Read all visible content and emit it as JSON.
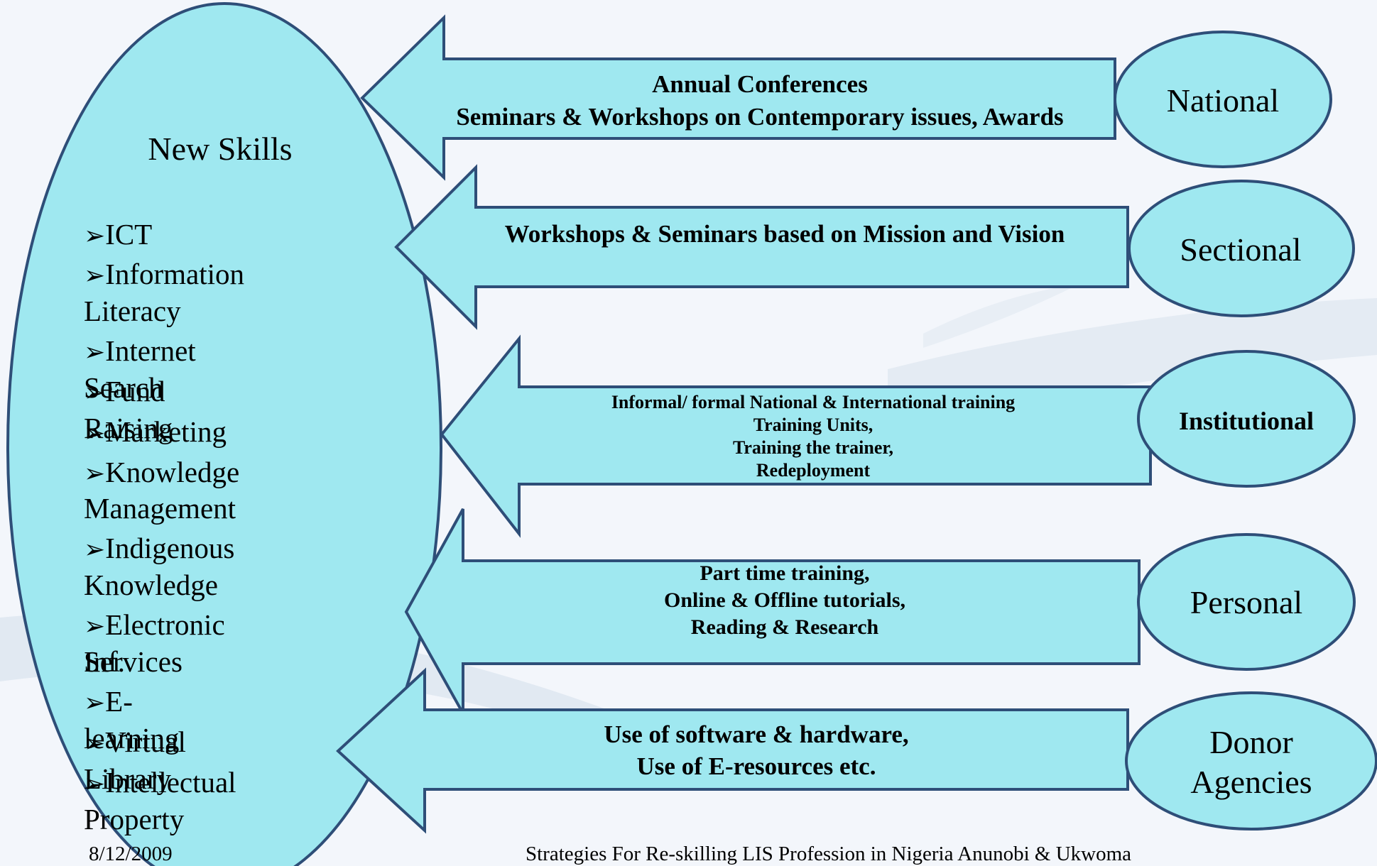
{
  "diagram": {
    "colors": {
      "fill": "#9fe8f0",
      "stroke": "#2e4e78",
      "background": "#f3f6fb"
    },
    "center": {
      "title": "New Skills",
      "bullet_glyph": "➢",
      "skills": [
        [
          "ICT"
        ],
        [
          "Information",
          "Literacy"
        ],
        [
          "Internet Search"
        ],
        [
          "Fund Raising"
        ],
        [
          "Marketing"
        ],
        [
          "Knowledge",
          "Management"
        ],
        [
          "Indigenous",
          "Knowledge"
        ],
        [
          "Electronic Inf.",
          "Services"
        ],
        [
          "E-learning"
        ],
        [
          "Virtual Library"
        ],
        [
          "Intellectual Property"
        ]
      ]
    },
    "channels": [
      {
        "source": "National",
        "text": [
          "Annual Conferences",
          "Seminars & Workshops  on Contemporary issues, Awards"
        ]
      },
      {
        "source": "Sectional",
        "text": [
          "Workshops  & Seminars  based on Mission and Vision"
        ]
      },
      {
        "source": "Institutional",
        "text": [
          "Informal/ formal National & International training",
          "Training Units,",
          "Training the trainer,",
          "Redeployment"
        ]
      },
      {
        "source": "Personal",
        "text": [
          "Part time training,",
          "Online & Offline tutorials,",
          "Reading & Research"
        ]
      },
      {
        "source": "Donor Agencies",
        "source_lines": [
          "Donor",
          "Agencies"
        ],
        "text": [
          "Use of software & hardware,",
          "Use of E-resources  etc."
        ]
      }
    ]
  },
  "footer": {
    "date": "8/12/2009",
    "caption": "Strategies For Re-skilling LIS Profession in Nigeria  Anunobi & Ukwoma"
  }
}
